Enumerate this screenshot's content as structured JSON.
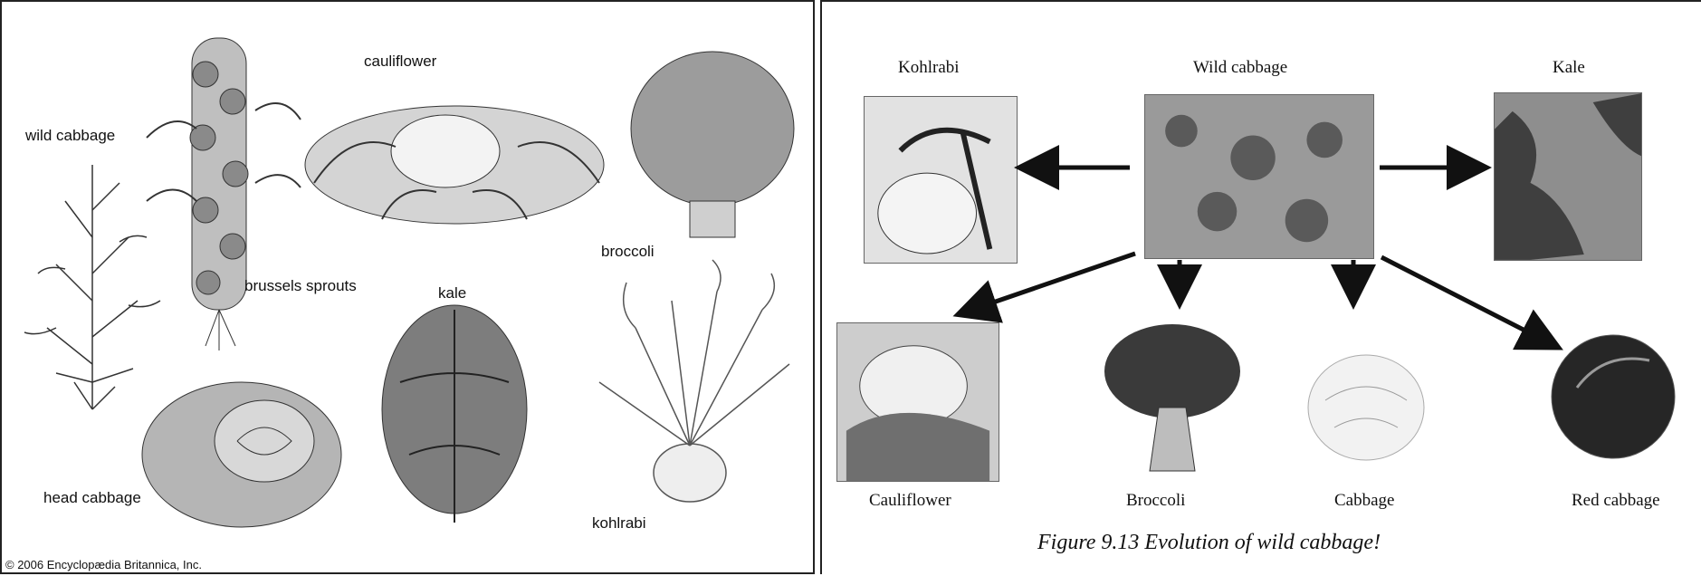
{
  "left_panel": {
    "labels": {
      "wild_cabbage": "wild cabbage",
      "cauliflower": "cauliflower",
      "broccoli": "broccoli",
      "brussels_sprouts": "brussels sprouts",
      "kale": "kale",
      "head_cabbage": "head cabbage",
      "kohlrabi": "kohlrabi"
    },
    "copyright": "© 2006 Encyclopædia Britannica, Inc."
  },
  "right_panel": {
    "labels": {
      "kohlrabi": "Kohlrabi",
      "wild_cabbage": "Wild cabbage",
      "kale": "Kale",
      "cauliflower": "Cauliflower",
      "broccoli": "Broccoli",
      "cabbage": "Cabbage",
      "red_cabbage": "Red cabbage"
    },
    "caption": "Figure 9.13 Evolution of wild cabbage!"
  }
}
